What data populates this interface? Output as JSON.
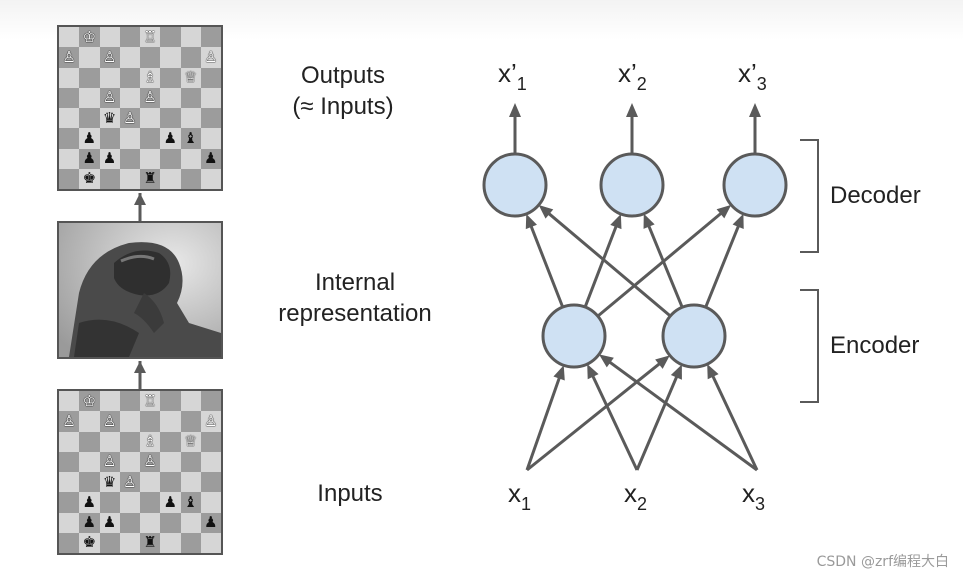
{
  "left_labels": {
    "outputs_line1": "Outputs",
    "outputs_line2": "(≈ Inputs)",
    "internal_line1": "Internal",
    "internal_line2": "representation",
    "inputs": "Inputs"
  },
  "network": {
    "outputs": [
      {
        "base": "x’",
        "sub": "1"
      },
      {
        "base": "x’",
        "sub": "2"
      },
      {
        "base": "x’",
        "sub": "3"
      }
    ],
    "inputs": [
      {
        "base": "x",
        "sub": "1"
      },
      {
        "base": "x",
        "sub": "2"
      },
      {
        "base": "x",
        "sub": "3"
      }
    ],
    "decoder_label": "Decoder",
    "encoder_label": "Encoder"
  },
  "colors": {
    "node_fill": "#cfe1f3",
    "node_stroke": "#5a5a5a",
    "arrow": "#5a5a5a"
  },
  "chessboard": {
    "rows": [
      "_K__R___",
      "P_P____P",
      "____B_Q_",
      "__P_P___",
      "__qP____",
      "_p___pb_",
      "_pp____p",
      "_k__r___"
    ],
    "glyphs": {
      "K": "♔",
      "Q": "♕",
      "R": "♖",
      "B": "♗",
      "N": "♘",
      "P": "♙",
      "k": "♚",
      "q": "♛",
      "r": "♜",
      "b": "♝",
      "n": "♞",
      "p": "♟"
    }
  },
  "watermark": "CSDN @zrf编程大白"
}
